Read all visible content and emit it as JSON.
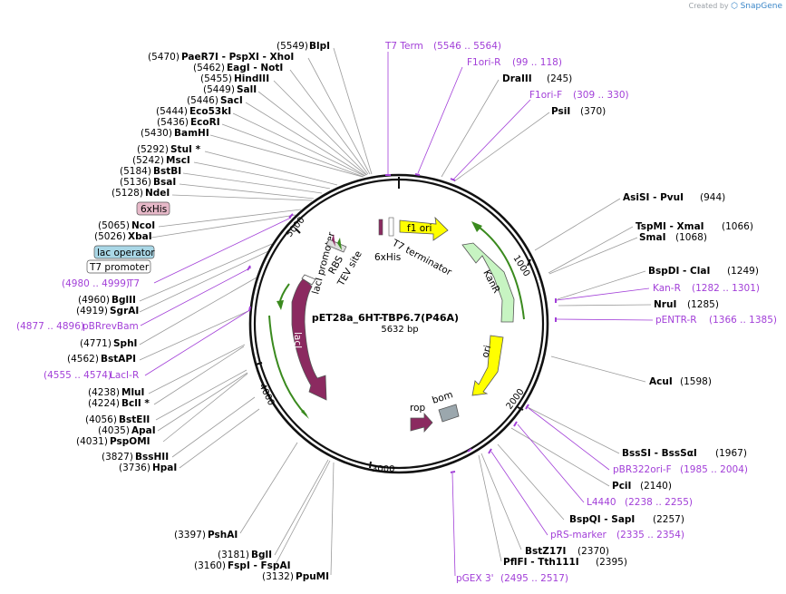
{
  "brand": {
    "created_by": "Created by",
    "name": "SnapGene"
  },
  "plasmid": {
    "name": "pET28a_6HT-TBP6.7(P46A)",
    "length": "5632 bp"
  },
  "ticks": [
    "1000",
    "2000",
    "3000",
    "4000",
    "5000"
  ],
  "features": {
    "f1_ori": "f1 ori",
    "kanr": "KanR",
    "ori": "ori",
    "rop": "rop",
    "bom": "bom",
    "laci": "lacI",
    "laci_promoter": "lacI promoter",
    "t7_terminator": "T7 terminator",
    "his6": "6xHis",
    "rbs": "RBS",
    "tev": "TEV site"
  },
  "boxed": {
    "his": "6xHis",
    "lac_operator": "lac operator",
    "t7_promoter": "T7 promoter"
  },
  "left_labels": [
    {
      "pos": "(5549)",
      "name": "BlpI"
    },
    {
      "pos": "(5470)",
      "name": "PaeR7I  - PspXI  - XhoI"
    },
    {
      "pos": "(5462)",
      "name": "EagI  - NotI"
    },
    {
      "pos": "(5455)",
      "name": "HindIII"
    },
    {
      "pos": "(5449)",
      "name": "SalI"
    },
    {
      "pos": "(5446)",
      "name": "SacI"
    },
    {
      "pos": "(5444)",
      "name": "Eco53kI"
    },
    {
      "pos": "(5436)",
      "name": "EcoRI"
    },
    {
      "pos": "(5430)",
      "name": "BamHI"
    },
    {
      "pos": "(5292)",
      "name": "StuI *"
    },
    {
      "pos": "(5242)",
      "name": "MscI"
    },
    {
      "pos": "(5184)",
      "name": "BstBI"
    },
    {
      "pos": "(5136)",
      "name": "BsaI"
    },
    {
      "pos": "(5128)",
      "name": "NdeI"
    },
    {
      "pos": "(5065)",
      "name": "NcoI"
    },
    {
      "pos": "(5026)",
      "name": "XbaI"
    },
    {
      "pos": "(4960)",
      "name": "BglII"
    },
    {
      "pos": "(4919)",
      "name": "SgrAI"
    },
    {
      "pos": "(4771)",
      "name": "SphI"
    },
    {
      "pos": "(4562)",
      "name": "BstAPI"
    },
    {
      "pos": "(4238)",
      "name": "MluI"
    },
    {
      "pos": "(4224)",
      "name": "BclI *"
    },
    {
      "pos": "(4056)",
      "name": "BstEII"
    },
    {
      "pos": "(4035)",
      "name": "ApaI"
    },
    {
      "pos": "(4031)",
      "name": "PspOMI"
    },
    {
      "pos": "(3827)",
      "name": "BssHII"
    },
    {
      "pos": "(3736)",
      "name": "HpaI"
    },
    {
      "pos": "(3397)",
      "name": "PshAI"
    },
    {
      "pos": "(3181)",
      "name": "BglI"
    },
    {
      "pos": "(3160)",
      "name": "FspI  - FspAI"
    },
    {
      "pos": "(3132)",
      "name": "PpuMI"
    }
  ],
  "left_primers": [
    {
      "name": "T7",
      "range": "(4980 .. 4999)"
    },
    {
      "name": "pBRrevBam",
      "range": "(4877 .. 4896)"
    },
    {
      "name": "LacI-R",
      "range": "(4555 .. 4574)"
    }
  ],
  "right_labels": [
    {
      "name": "DraIII",
      "pos": "(245)"
    },
    {
      "name": "PsiI",
      "pos": "(370)"
    },
    {
      "name": "AsiSI  - PvuI",
      "pos": "(944)"
    },
    {
      "name": "TspMI  - XmaI",
      "pos": "(1066)"
    },
    {
      "name": "SmaI",
      "pos": "(1068)"
    },
    {
      "name": "BspDI  - ClaI",
      "pos": "(1249)"
    },
    {
      "name": "NruI",
      "pos": "(1285)"
    },
    {
      "name": "AcuI",
      "pos": "(1598)"
    },
    {
      "name": "BssSI  - BssSαI",
      "pos": "(1967)"
    },
    {
      "name": "PciI",
      "pos": "(2140)"
    },
    {
      "name": "BspQI  - SapI",
      "pos": "(2257)"
    },
    {
      "name": "BstZ17I",
      "pos": "(2370)"
    },
    {
      "name": "PflFI  - Tth111I",
      "pos": "(2395)"
    }
  ],
  "right_primers": [
    {
      "name": "T7 Term",
      "range": "(5546 .. 5564)"
    },
    {
      "name": "F1ori-R",
      "range": "(99 .. 118)"
    },
    {
      "name": "F1ori-F",
      "range": "(309 .. 330)"
    },
    {
      "name": "Kan-R",
      "range": "(1282 .. 1301)"
    },
    {
      "name": "pENTR-R",
      "range": "(1366 .. 1385)"
    },
    {
      "name": "pBR322ori-F",
      "range": "(1985 .. 2004)"
    },
    {
      "name": "L4440",
      "range": "(2238 .. 2255)"
    },
    {
      "name": "pRS-marker",
      "range": "(2335 .. 2354)"
    },
    {
      "name": "pGEX 3'",
      "range": "(2495 .. 2517)"
    }
  ],
  "colors": {
    "primer": "#a23fd8",
    "yellow": "#ffff00",
    "green": "#c7f4c2",
    "laci": "#8b2a60",
    "backbone": "#222222"
  }
}
